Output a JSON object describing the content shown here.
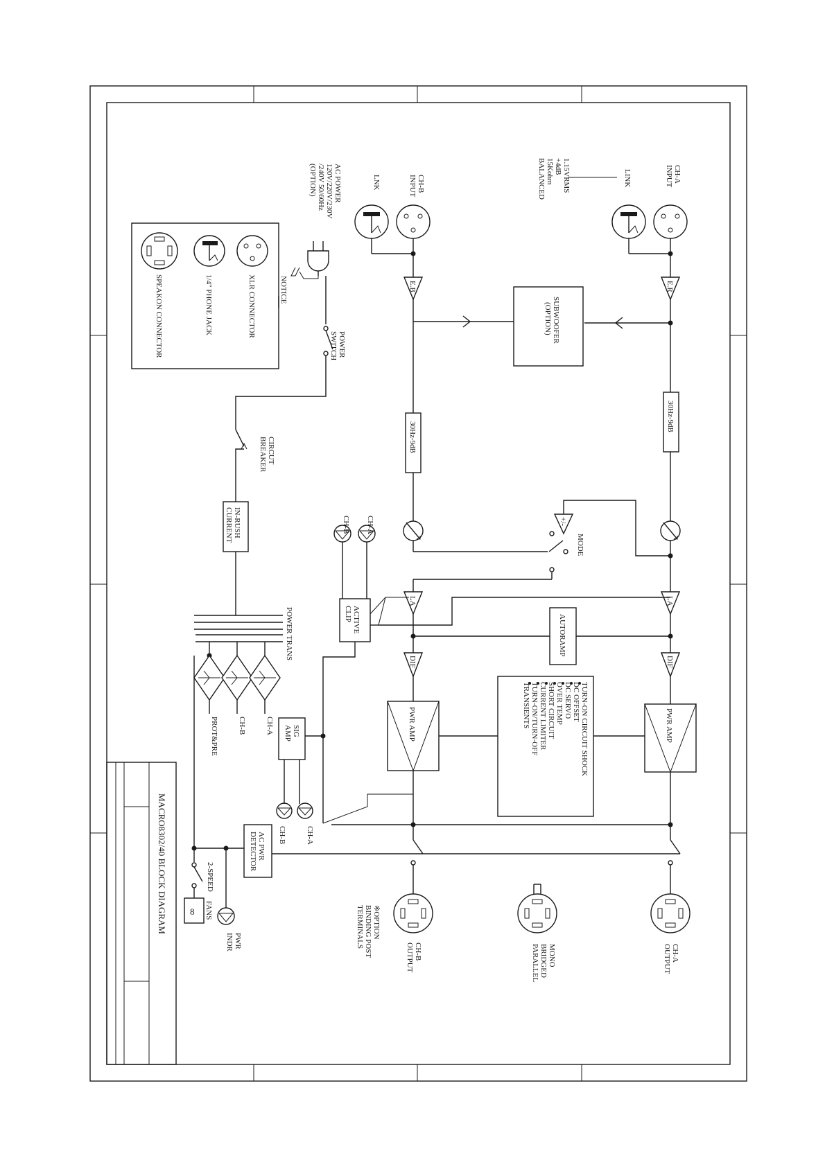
{
  "colors": {
    "ink": "#1a1a1a",
    "paper": "#ffffff"
  },
  "title_block": {
    "title": "MACRO8302/40 BLOCK DIAGRAM"
  },
  "ch_a": {
    "input_line1": "CH-A",
    "input_line2": "INPUT",
    "link": "LINK",
    "spec": [
      "1.15VRMS",
      "+4dB",
      "15Kohm",
      "BALANCED"
    ],
    "er": "E.R",
    "filter": "30Hz-9dB",
    "la": "LA",
    "dif": "DIF",
    "pwr_amp": "PWR AMP",
    "output_line1": "CH-A",
    "output_line2": "OUTPUT"
  },
  "ch_b": {
    "input_line1": "CH-B",
    "input_line2": "INPUT",
    "link": "LNK",
    "eb": "E.B",
    "filter": "30Hz-9dB",
    "la": "LA",
    "dif": "DIF",
    "pwr_amp": "PWR AMP",
    "output_line1": "CH-B",
    "output_line2": "OUTPUT"
  },
  "subwoofer": {
    "line1": "SUBWOOFER",
    "line2": "(OPTION)"
  },
  "ac_power": {
    "lines": [
      "AC POWER",
      "120V/220V/230V",
      "/240V 50/60Hz",
      "(OPTION)"
    ]
  },
  "power_switch": {
    "line1": "POWER",
    "line2": "SWITCH"
  },
  "notice": {
    "title": "NOTICE",
    "xlr": "XLR CONNECTOR",
    "phone": "1/4\" PHONE JACK",
    "speakon": "SPEAKON CONNECTOR"
  },
  "circuit_breaker": {
    "line1": "CIRCUT",
    "line2": "BREAKER"
  },
  "inrush": {
    "line1": "IN-RUSH",
    "line2": "CURRENT"
  },
  "clip_leds": {
    "a": "CH-A",
    "b": "CH-B"
  },
  "active_clip": {
    "line1": "ACTIVE",
    "line2": "CLIP"
  },
  "mode": {
    "label": "MODE",
    "op": "+/-"
  },
  "power_trans": {
    "label": "POWER TRANS"
  },
  "rectifiers": {
    "a": "CH-A",
    "b": "CH-B",
    "prot": "PROT&PRE"
  },
  "sig_amp": {
    "line1": "SIG",
    "line2": "AMP"
  },
  "sig_leds": {
    "a": "CH-A",
    "b": "CH-B"
  },
  "autoramp": {
    "label": "AUTORAMP"
  },
  "protection": {
    "items": [
      "TURN-ON CIRCUIT SHOCK",
      "DC OFFSET",
      "DC SERVO",
      "OVER TEMP",
      "SHORT CIRCUIT",
      "CURRENT LIMITER",
      "TURN-ON/TURN-OFF"
    ],
    "last": "TRANSIENTS"
  },
  "ac_pwr_detector": {
    "line1": "AC PWR",
    "line2": "DETECTOR"
  },
  "fans": {
    "speed": "2-SPEED",
    "label": "FANS",
    "count": "8"
  },
  "pwr_indr": {
    "line1": "PWR",
    "line2": "INDR"
  },
  "mono": {
    "lines": [
      "MONO",
      "BRIDGED",
      "PARALLEL"
    ]
  },
  "binding": {
    "lines": [
      "※OPTION",
      "BINDING POST",
      "TERMINALS"
    ]
  }
}
